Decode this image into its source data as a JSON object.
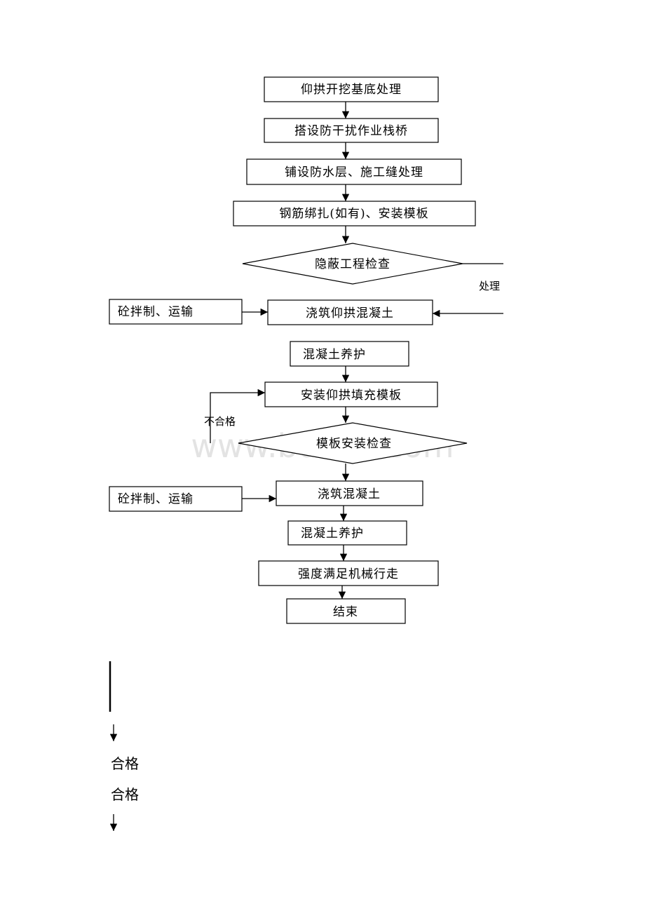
{
  "flow": {
    "steps": {
      "s1": "仰拱开挖基底处理",
      "s2": "搭设防干扰作业栈桥",
      "s3": "铺设防水层、施工缝处理",
      "s4": "钢筋绑扎(如有)、安装模板",
      "s5": "隐蔽工程检查",
      "s6": "浇筑仰拱混凝土",
      "s6a": "砼拌制、运输",
      "s7": "混凝土养护",
      "s8": "安装仰拱填充模板",
      "s9": "模板安装检查",
      "s10": "浇筑混凝土",
      "s10a": "砼拌制、运输",
      "s11": "混凝土养护",
      "s12": "强度满足机械行走",
      "s13": "结束"
    },
    "labels": {
      "process": "处理",
      "fail": "不合格"
    }
  },
  "watermark": "www.bdocx.com",
  "below": {
    "pass1": "合格",
    "pass2": "合格"
  }
}
